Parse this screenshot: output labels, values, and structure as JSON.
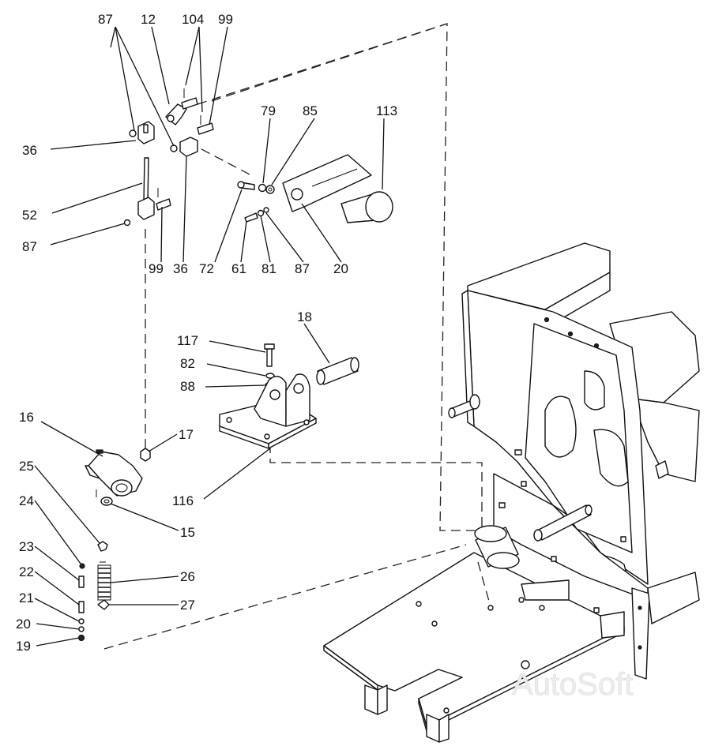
{
  "callouts": {
    "c87a": "87",
    "c12": "12",
    "c104": "104",
    "c99a": "99",
    "c36a": "36",
    "c79": "79",
    "c85": "85",
    "c113": "113",
    "c52": "52",
    "c87b": "87",
    "c99b": "99",
    "c36b": "36",
    "c72": "72",
    "c61": "61",
    "c81": "81",
    "c87c": "87",
    "c20a": "20",
    "c18": "18",
    "c117": "117",
    "c82": "82",
    "c88": "88",
    "c16": "16",
    "c17": "17",
    "c25": "25",
    "c24": "24",
    "c116": "116",
    "c15": "15",
    "c23": "23",
    "c26": "26",
    "c22": "22",
    "c21": "21",
    "c27": "27",
    "c20b": "20",
    "c19": "19"
  },
  "watermark": "AutoSoft"
}
